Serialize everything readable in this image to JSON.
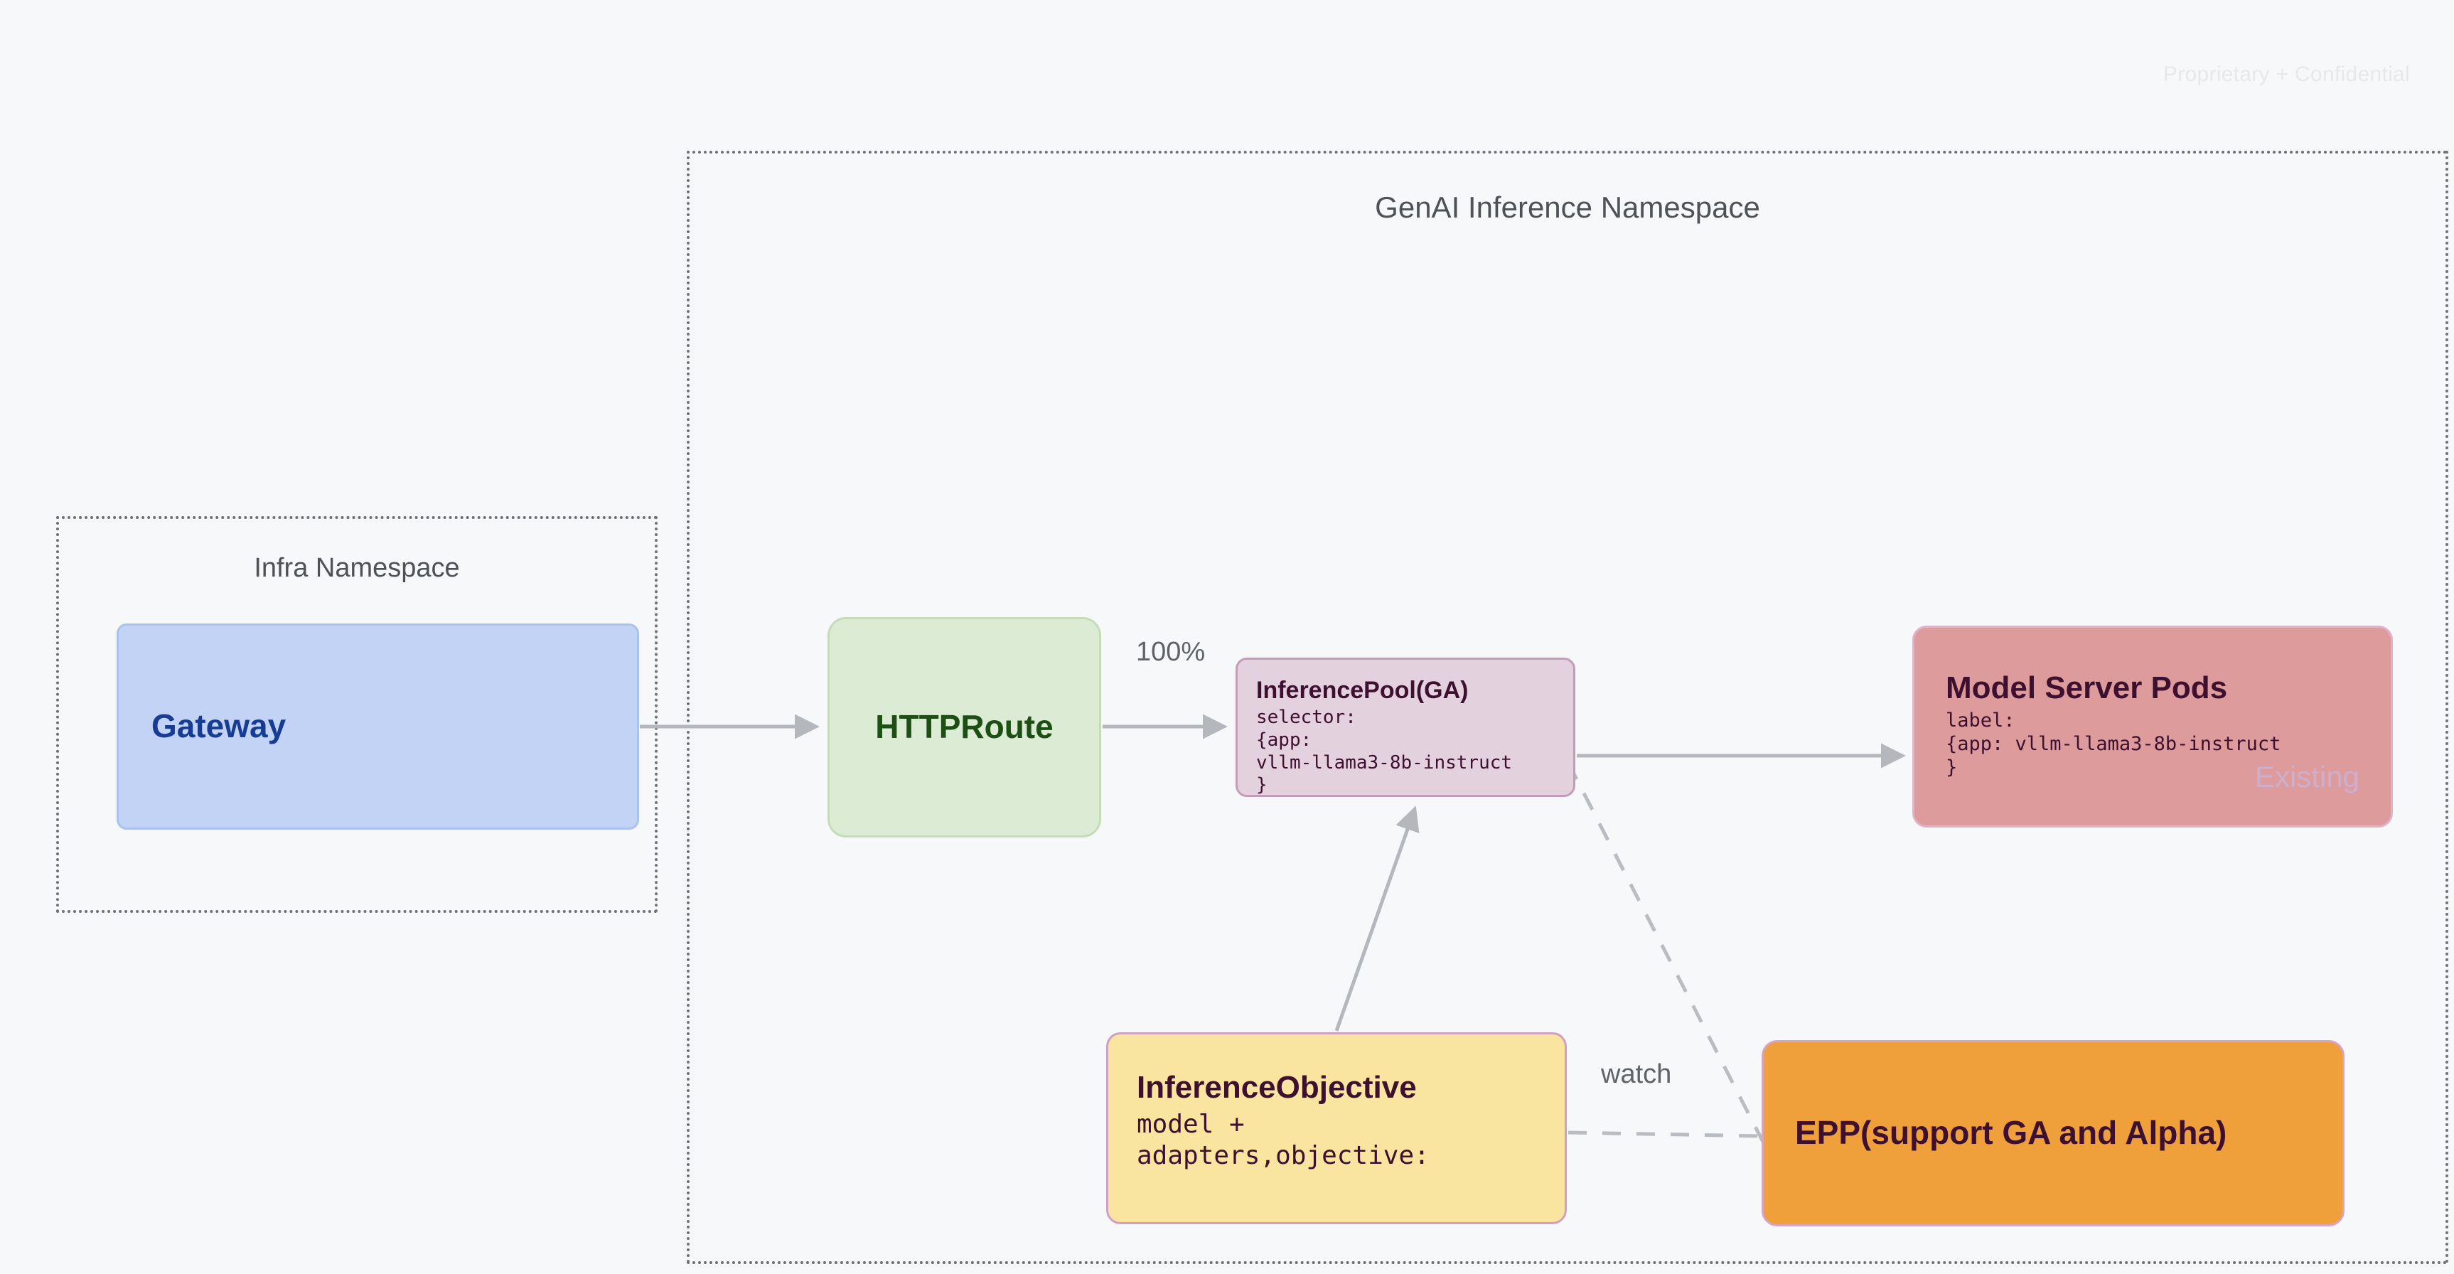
{
  "page": {
    "watermark": "Proprietary + Confidential",
    "background_color": "#f7f8fa"
  },
  "namespaces": [
    {
      "id": "genai",
      "title": "GenAI Inference Namespace",
      "border_color": "#6d7278",
      "border_style": "dotted"
    },
    {
      "id": "infra",
      "title": "Infra Namespace",
      "border_color": "#6d7278",
      "border_style": "dotted"
    }
  ],
  "nodes": {
    "gateway": {
      "title": "Gateway",
      "fill": "#c3d3f5",
      "stroke": "#aac2ee",
      "text_color": "#173c93"
    },
    "httproute": {
      "title": "HTTPRoute",
      "fill": "#dcecd4",
      "stroke": "#c6dcb8",
      "text_color": "#1d4e14"
    },
    "inferencepool": {
      "title": "InferencePool(GA)",
      "code": "selector:\n{app:\nvllm-llama3-8b-instruct\n}",
      "fill": "#e4d1de",
      "stroke": "#c59cb8",
      "text_color": "#3d1030"
    },
    "modelserver": {
      "title": "Model Server Pods",
      "code": "label:\n{app: vllm-llama3-8b-instruct\n}",
      "tag": "Existing",
      "fill": "#de9b9b",
      "stroke": "#e0b3c8",
      "text_color": "#3d1030",
      "tag_color": "#cdaecd"
    },
    "inferenceobjective": {
      "title": "InferenceObjective",
      "code": "model +\nadapters,objective:",
      "fill": "#fae5a0",
      "stroke": "#cfa0c1",
      "text_color": "#3d1030"
    },
    "epp": {
      "title": "EPP(support GA and Alpha)",
      "fill": "#efa03a",
      "stroke": "#d6a5c4",
      "text_color": "#3d1030"
    }
  },
  "edges": {
    "gateway_to_httproute": {
      "label": "",
      "style": "solid",
      "arrow": true
    },
    "httproute_to_inferencepool": {
      "label": "100%",
      "style": "solid",
      "arrow": true
    },
    "inferencepool_to_modelserver": {
      "label": "",
      "style": "solid",
      "arrow": true
    },
    "inferenceobjective_to_inferencepool": {
      "label": "",
      "style": "solid",
      "arrow": true
    },
    "inferencepool_to_epp": {
      "label": "",
      "style": "dashed",
      "arrow": false
    },
    "inferenceobjective_to_epp": {
      "label": "watch",
      "style": "dashed",
      "arrow": false
    }
  },
  "edge_labels": {
    "percent": "100%",
    "watch": "watch"
  }
}
